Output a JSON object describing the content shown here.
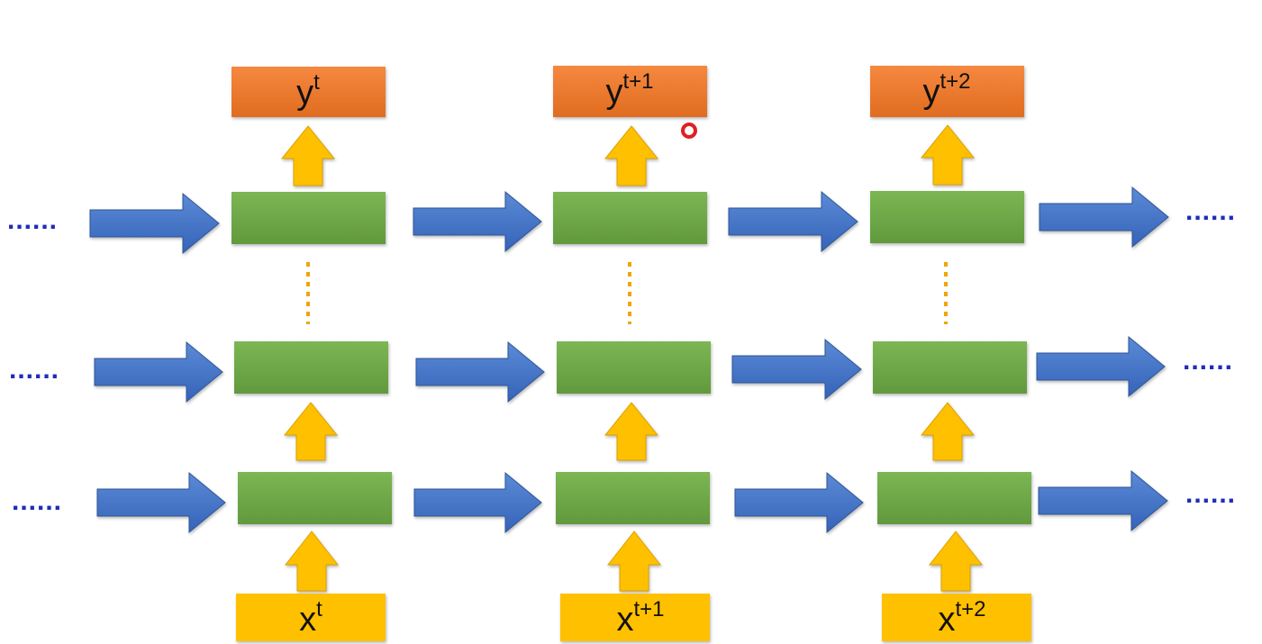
{
  "diagram": {
    "inputs": [
      {
        "base": "x",
        "sup": "t"
      },
      {
        "base": "x",
        "sup": "t+1"
      },
      {
        "base": "x",
        "sup": "t+2"
      }
    ],
    "outputs": [
      {
        "base": "y",
        "sup": "t"
      },
      {
        "base": "y",
        "sup": "t+1"
      },
      {
        "base": "y",
        "sup": "t+2"
      }
    ],
    "continuation": "......",
    "colors": {
      "hidden_cell": "#70ad47",
      "output_box": "#ed7d31",
      "input_box": "#ffc000",
      "up_arrow": "#ffc000",
      "recurrent_arrow": "#4472c4",
      "dots": "#1f2db5",
      "stack_dots": "#f0a500",
      "cursor": "#e02020"
    }
  }
}
